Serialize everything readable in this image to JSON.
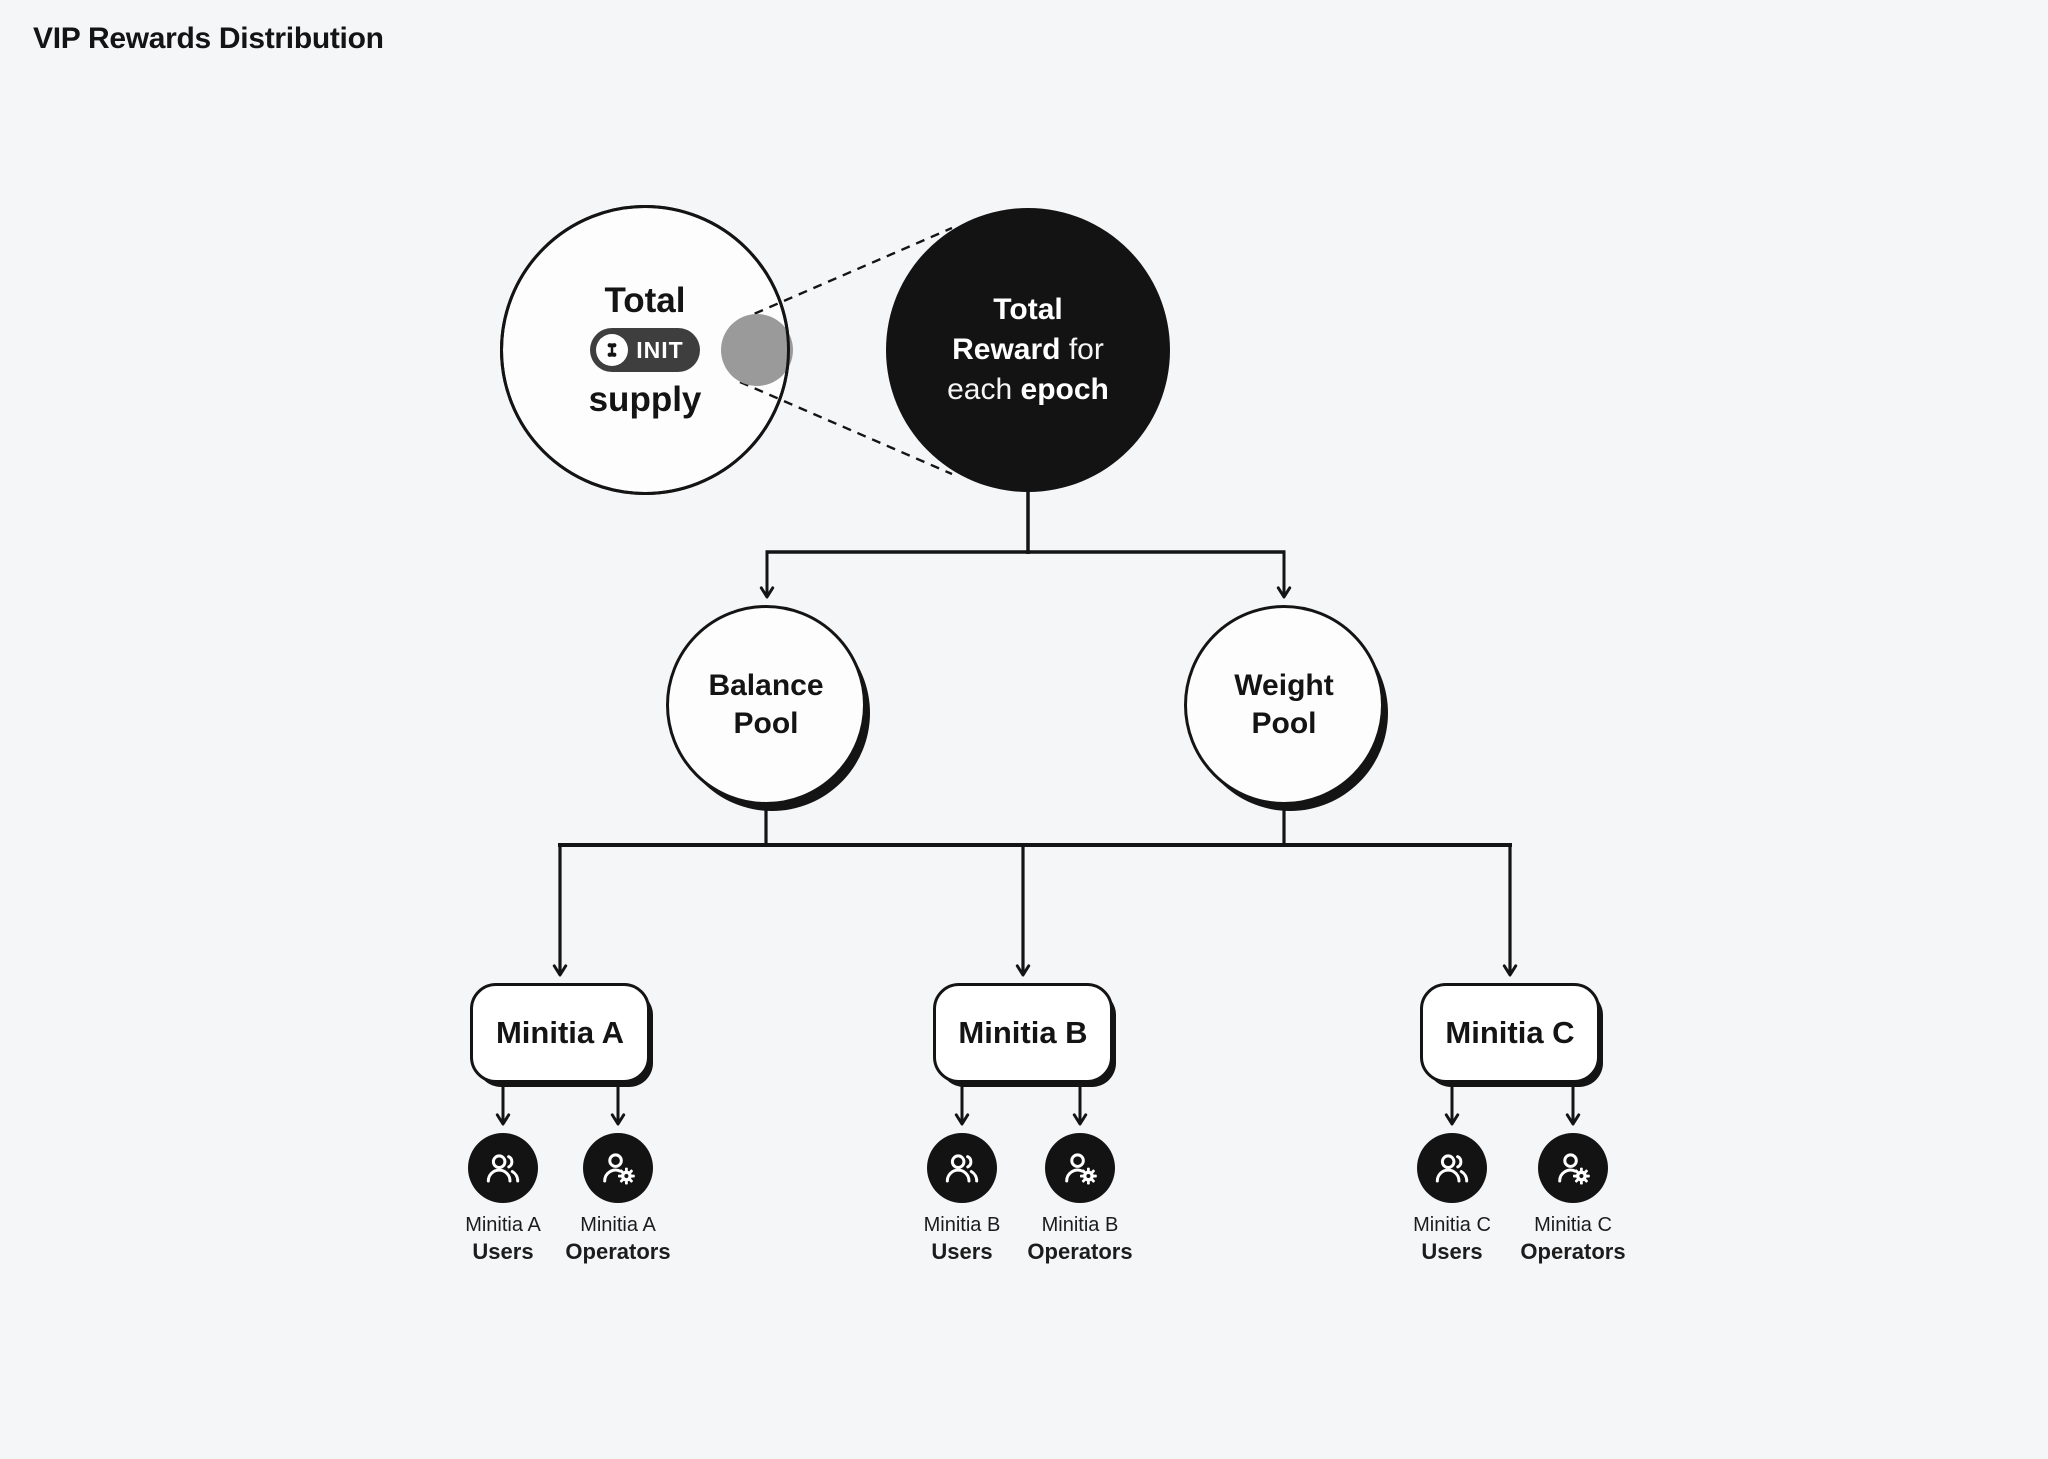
{
  "title": "VIP Rewards Distribution",
  "supply_circle": {
    "top": "Total",
    "badge": "INIT",
    "bottom": "supply"
  },
  "reward_circle": {
    "line1_bold": "Total",
    "line2_bold": "Reward",
    "line2_light": " for",
    "line3_light": "each ",
    "line3_bold": "epoch"
  },
  "pools": [
    {
      "line1": "Balance",
      "line2": "Pool"
    },
    {
      "line1": "Weight",
      "line2": "Pool"
    }
  ],
  "minitias": [
    {
      "label": "Minitia A",
      "users": {
        "line1": "Minitia A",
        "line2": "Users"
      },
      "operators": {
        "line1": "Minitia A",
        "line2": "Operators"
      }
    },
    {
      "label": "Minitia B",
      "users": {
        "line1": "Minitia B",
        "line2": "Users"
      },
      "operators": {
        "line1": "Minitia B",
        "line2": "Operators"
      }
    },
    {
      "label": "Minitia C",
      "users": {
        "line1": "Minitia C",
        "line2": "Users"
      },
      "operators": {
        "line1": "Minitia C",
        "line2": "Operators"
      }
    }
  ],
  "icons": {
    "users": "two-users-icon",
    "operators": "user-gear-icon",
    "init_logo": "init-coin-icon"
  },
  "colors": {
    "background": "#f5f6f8",
    "ink": "#141414",
    "node_fill": "#fdfdfe",
    "reward_fill": "#131313",
    "reward_text": "#ffffff",
    "gray_dot": "#9a9a9a",
    "badge_bg": "#3e3e3e",
    "badge_text": "#ffffff"
  }
}
